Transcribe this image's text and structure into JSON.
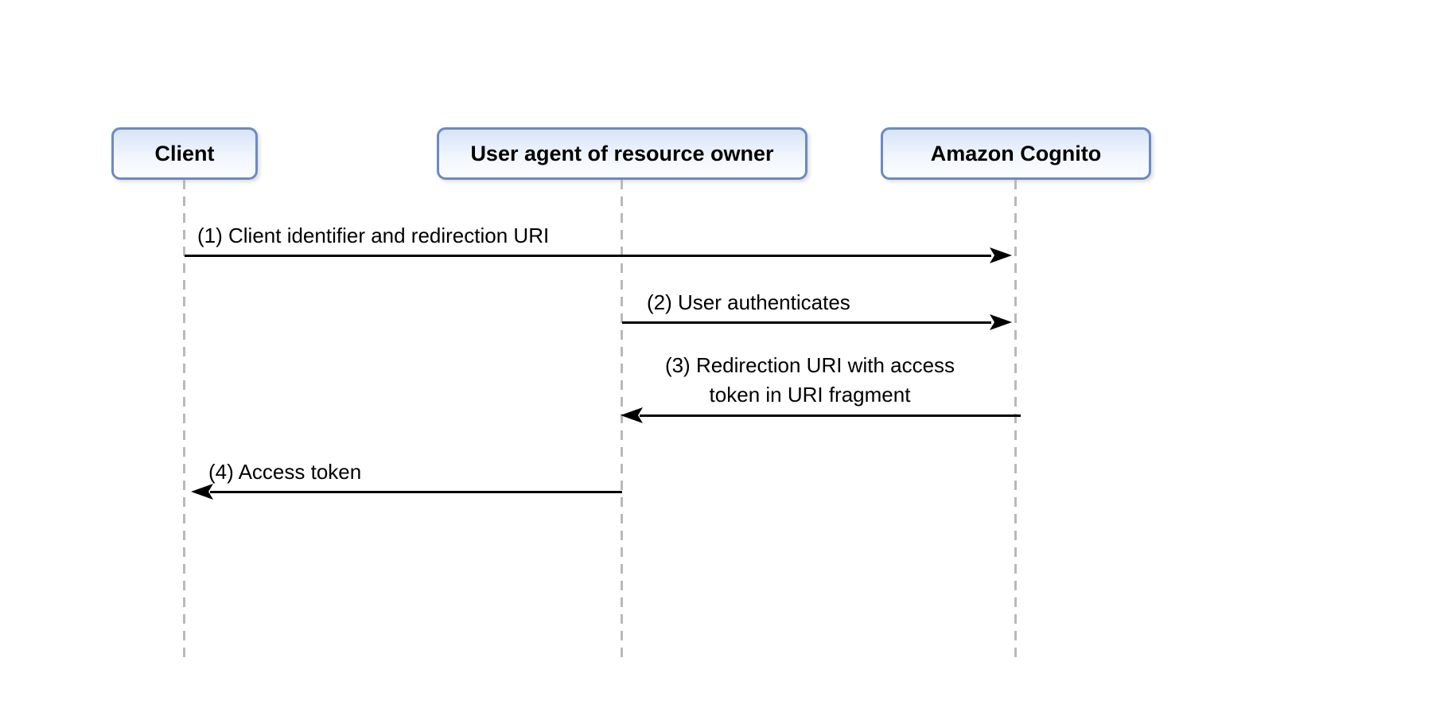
{
  "colors": {
    "actor_border": "#6c89c5",
    "actor_fill_top": "#d7e4f8",
    "actor_fill_bottom": "#fbfdff",
    "lifeline": "#b9b9b9",
    "arrow": "#000000",
    "text": "#000000",
    "background": "#ffffff"
  },
  "actors": [
    {
      "id": "client",
      "label": "Client"
    },
    {
      "id": "user-agent",
      "label": "User agent of resource owner"
    },
    {
      "id": "amazon-cognito",
      "label": "Amazon Cognito"
    }
  ],
  "messages": [
    {
      "num": "1",
      "label": "(1) Client identifier and redirection URI",
      "from": "client",
      "to": "amazon-cognito",
      "direction": "right"
    },
    {
      "num": "2",
      "label": "(2) User authenticates",
      "from": "user-agent",
      "to": "amazon-cognito",
      "direction": "right"
    },
    {
      "num": "3",
      "label": "(3) Redirection URI with access token in URI fragment",
      "label_lines": [
        "(3) Redirection URI with access",
        "token in URI fragment"
      ],
      "from": "amazon-cognito",
      "to": "user-agent",
      "direction": "left"
    },
    {
      "num": "4",
      "label": "(4) Access token",
      "from": "user-agent",
      "to": "client",
      "direction": "left"
    }
  ]
}
